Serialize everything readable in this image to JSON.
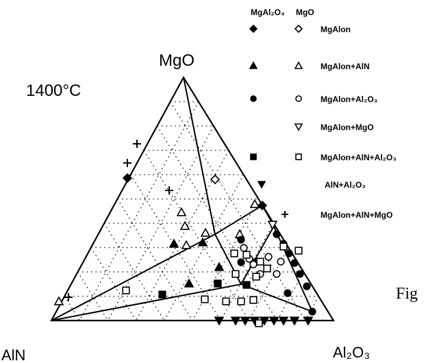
{
  "temperature": "1400°C",
  "vertices": {
    "top": "MgO",
    "left": "AlN",
    "right": "Al₂O₃"
  },
  "figure_label": "Fig",
  "legend": {
    "col_header_1": "MgAl₂O₄",
    "col_header_2": "MgO",
    "entries": [
      {
        "symbols": [
          "diamond-filled",
          "diamond-open"
        ],
        "label": "MgAlon"
      },
      {
        "symbols": [
          "triangle-up-filled",
          "triangle-up-open"
        ],
        "label": "MgAlon+AlN"
      },
      {
        "symbols": [
          "circle-filled",
          "circle-open"
        ],
        "label": "MgAlon+Al₂O₃"
      },
      {
        "symbols": [
          null,
          "triangle-down-open"
        ],
        "label": "MgAlon+MgO"
      },
      {
        "symbols": [
          "square-filled",
          "square-open"
        ],
        "label": "MgAlon+AlN+Al₂O₃"
      },
      {
        "symbols": [
          "triangle-down-filled",
          null
        ],
        "label": "AlN+Al₂O₃"
      },
      {
        "symbols": [
          "plus",
          null
        ],
        "label": "MgAlon+AlN+MgO"
      }
    ]
  },
  "colors": {
    "ink": "#000000",
    "background": "#ffffff"
  }
}
